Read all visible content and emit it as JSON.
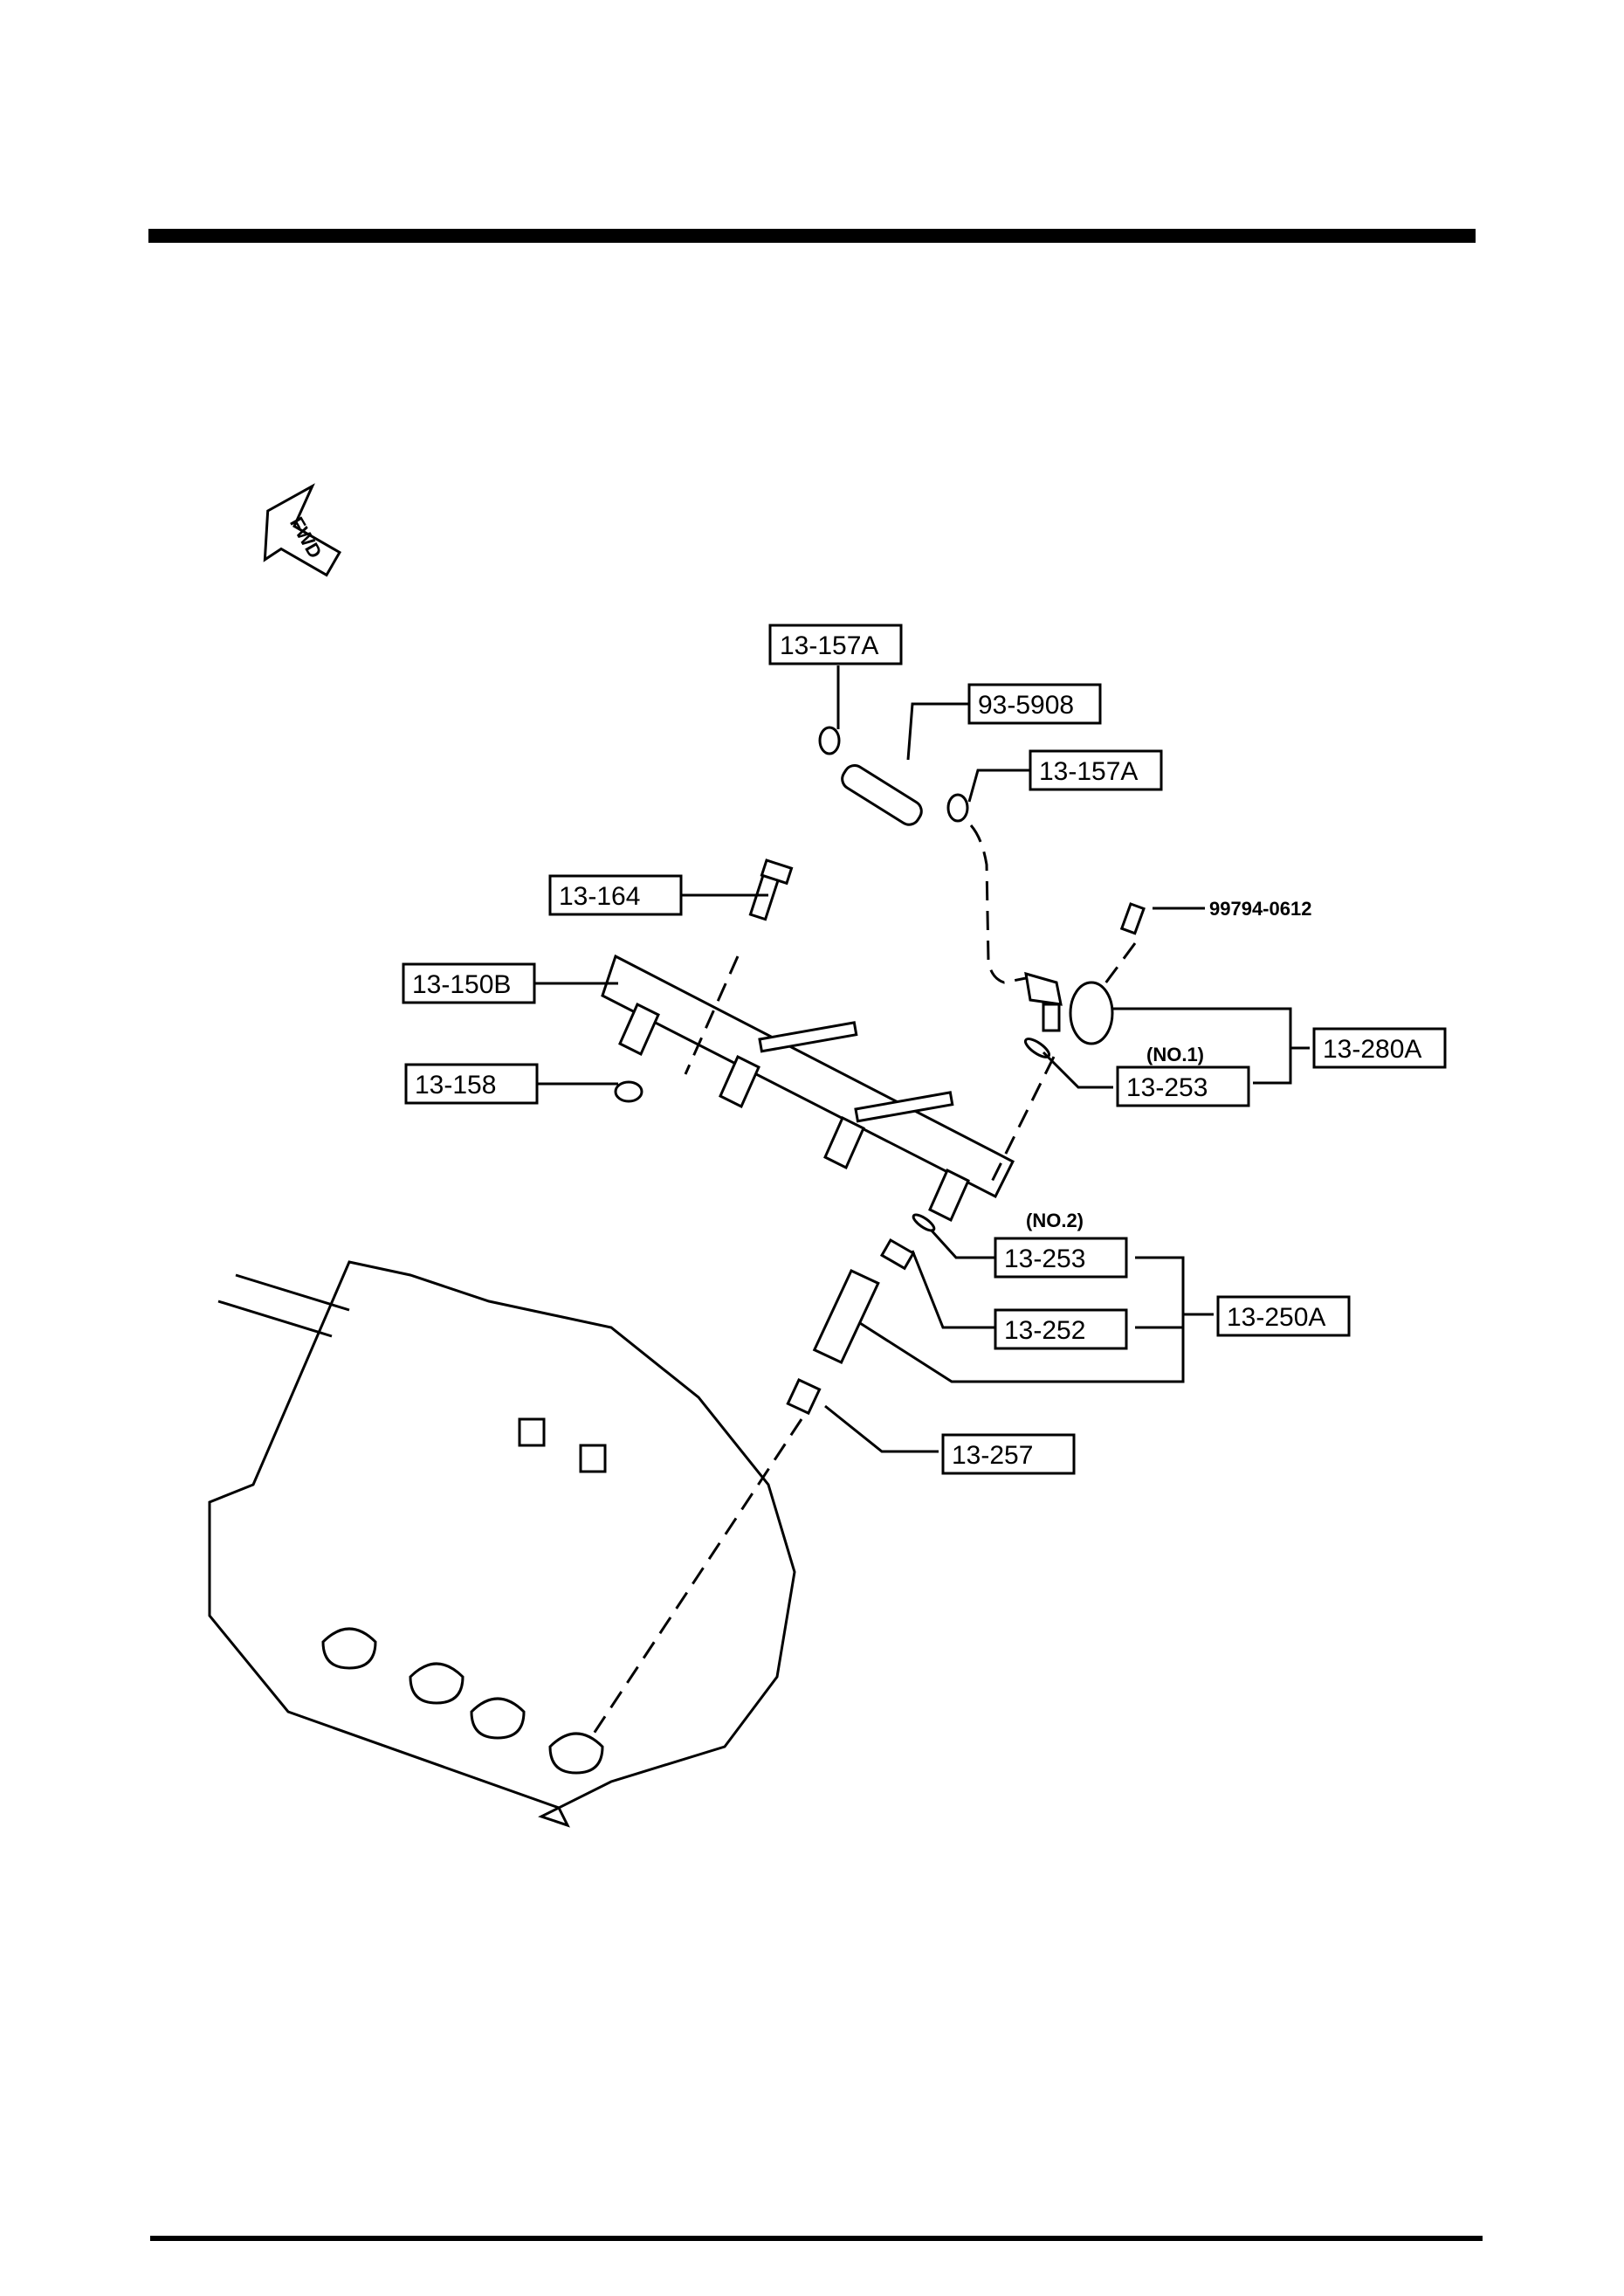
{
  "diagram": {
    "fwd_indicator": "FWD",
    "callouts": [
      {
        "id": "c1",
        "label": "13-157A"
      },
      {
        "id": "c2",
        "label": "93-5908"
      },
      {
        "id": "c3",
        "label": "13-157A"
      },
      {
        "id": "c4",
        "label": "13-164"
      },
      {
        "id": "c5",
        "label": "99794-0612"
      },
      {
        "id": "c6",
        "label": "13-150B"
      },
      {
        "id": "c7",
        "label": "13-280A"
      },
      {
        "id": "c8",
        "label": "13-158"
      },
      {
        "id": "c9",
        "label": "13-253",
        "note": "(NO.1)"
      },
      {
        "id": "c10",
        "label": "13-253",
        "note": "(NO.2)"
      },
      {
        "id": "c11",
        "label": "13-252"
      },
      {
        "id": "c12",
        "label": "13-250A"
      },
      {
        "id": "c13",
        "label": "13-257"
      }
    ],
    "parts": [
      "hose-clamp",
      "fuel-hose",
      "bolt",
      "fuel-rail",
      "pressure-regulator",
      "plug",
      "o-ring",
      "grommet",
      "injector",
      "insulator",
      "intake-manifold"
    ]
  }
}
